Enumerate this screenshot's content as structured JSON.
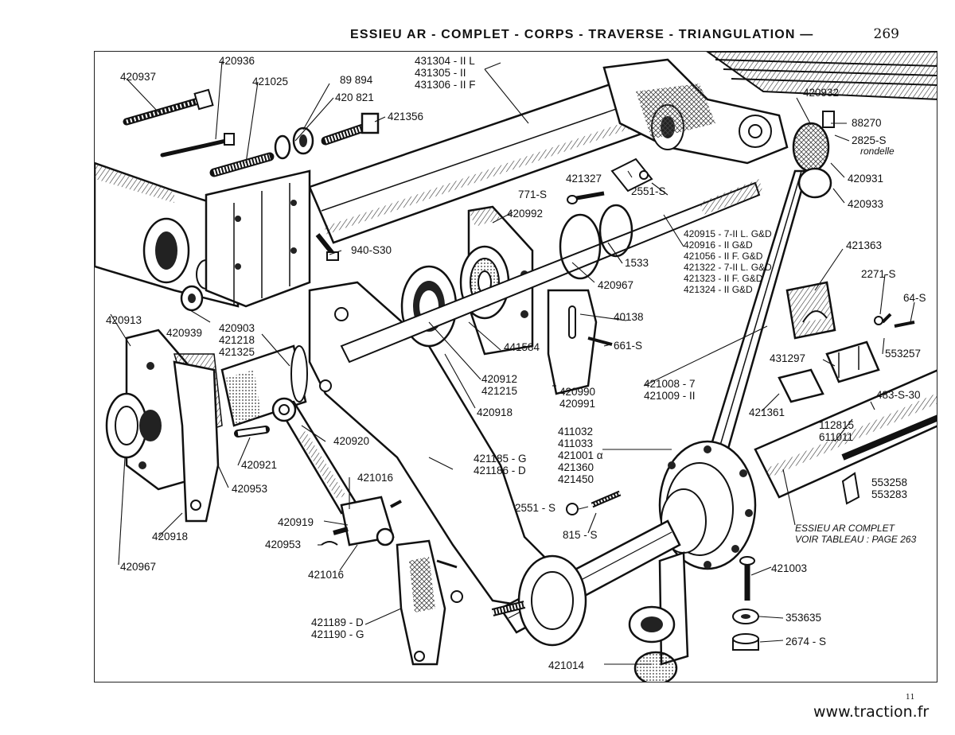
{
  "header": {
    "title": "ESSIEU AR - COMPLET - CORPS - TRAVERSE - TRIANGULATION —",
    "page_number": "269"
  },
  "labels": {
    "p420937": "420937",
    "p420936": "420936",
    "p421025": "421025",
    "p89894": "89 894",
    "p420821": "420 821",
    "p421356": "421356",
    "tube": [
      "431304 - II L",
      "431305 - II",
      "431306 - II F"
    ],
    "p420932": "420932",
    "p88270": "88270",
    "p2825": "2825-S",
    "p2825_note": "rondelle",
    "p420931": "420931",
    "p420933": "420933",
    "p421327": "421327",
    "p771": "771-S",
    "p2551a": "2551-S",
    "p420992": "420992",
    "shaft": [
      "420915 - 7-II L. G&D",
      "420916 - II G&D",
      "421056 - II F. G&D",
      "421322 - 7-II L. G&D",
      "421323 - II F. G&D",
      "421324 - II G&D"
    ],
    "p421363": "421363",
    "p940": "940-S30",
    "p1533": "1533",
    "p420967a": "420967",
    "p2271": "2271-S",
    "p64": "64-S",
    "p553257": "553257",
    "p420913": "420913",
    "p420939": "420939",
    "boss": [
      "420903",
      "421218",
      "421325"
    ],
    "p441584": "441584",
    "p40138": "40138",
    "p661": "661-S",
    "p431297": "431297",
    "p421008": [
      "421008 - 7",
      "421009 - II"
    ],
    "p421361": "421361",
    "p483": "483-S-30",
    "p112815": [
      "112815",
      "611011"
    ],
    "p420912": [
      "420912",
      "421215"
    ],
    "p420918a": "420918",
    "p420990": [
      "420990",
      "420991"
    ],
    "p420920": "420920",
    "p420921": "420921",
    "p420953a": "420953",
    "p421016a": "421016",
    "hub": [
      "411032",
      "411033",
      "421001 α",
      "421360",
      "421450"
    ],
    "arm": [
      "421185 - G",
      "421186 - D"
    ],
    "p553258": [
      "553258",
      "553283"
    ],
    "p420919": "420919",
    "p420953b": "420953",
    "p421016b": "421016",
    "p2551b": "2551 - S",
    "p815": "815 - S",
    "essieu_note": [
      "ESSIEU AR COMPLET",
      "VOIR TABLEAU : PAGE 263"
    ],
    "p420918b": "420918",
    "p420967b": "420967",
    "p421003": "421003",
    "p353635": "353635",
    "p2674": "2674 - S",
    "bracket": [
      "421189 - D",
      "421190 - G"
    ],
    "p421014": "421014"
  },
  "footer": {
    "small_number": "11",
    "site": "www.traction.fr"
  }
}
